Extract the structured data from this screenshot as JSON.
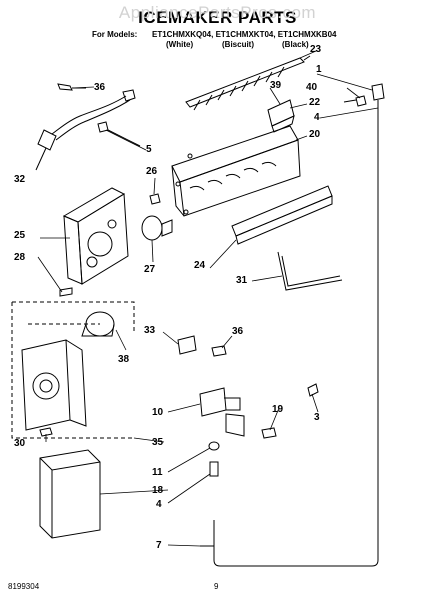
{
  "watermark": "AppliancePartsPros.com",
  "title": "ICEMAKER PARTS",
  "models": {
    "label": "For Models:",
    "list": "ET1CHMXKQ04, ET1CHMXKT04, ET1CHMXKB04",
    "variants": [
      "(White)",
      "(Biscuit)",
      "(Black)"
    ]
  },
  "callouts": {
    "c1": "1",
    "c3": "3",
    "c4a": "4",
    "c4b": "4",
    "c5": "5",
    "c7": "7",
    "c10": "10",
    "c11": "11",
    "c18": "18",
    "c19": "19",
    "c20": "20",
    "c22": "22",
    "c23": "23",
    "c24": "24",
    "c25": "25",
    "c26": "26",
    "c27": "27",
    "c28": "28",
    "c30": "30",
    "c31": "31",
    "c32": "32",
    "c33": "33",
    "c35": "35",
    "c36a": "36",
    "c36b": "36",
    "c38": "38",
    "c39": "39",
    "c40": "40"
  },
  "footer": {
    "doc_number": "8199304",
    "page_number": "9"
  }
}
